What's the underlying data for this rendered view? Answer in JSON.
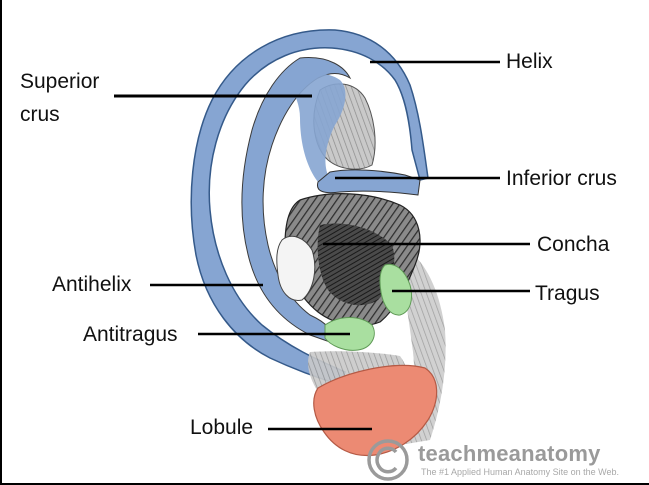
{
  "labels": {
    "superior_crus_line1": "Superior",
    "superior_crus_line2": "crus",
    "helix": "Helix",
    "inferior_crus": "Inferior crus",
    "concha": "Concha",
    "antihelix": "Antihelix",
    "tragus": "Tragus",
    "antitragus": "Antitragus",
    "lobule": "Lobule"
  },
  "watermark": {
    "brand": "teachmeanatomy",
    "tagline": "The #1 Applied Human Anatomy Site on the Web."
  },
  "colors": {
    "helix_antihelix_blue": "#86a5d2",
    "concha_grey": "#5f5f5f",
    "tragus_green": "#a9dfa0",
    "lobule_salmon": "#ec8a73",
    "leader_line": "#000000"
  }
}
